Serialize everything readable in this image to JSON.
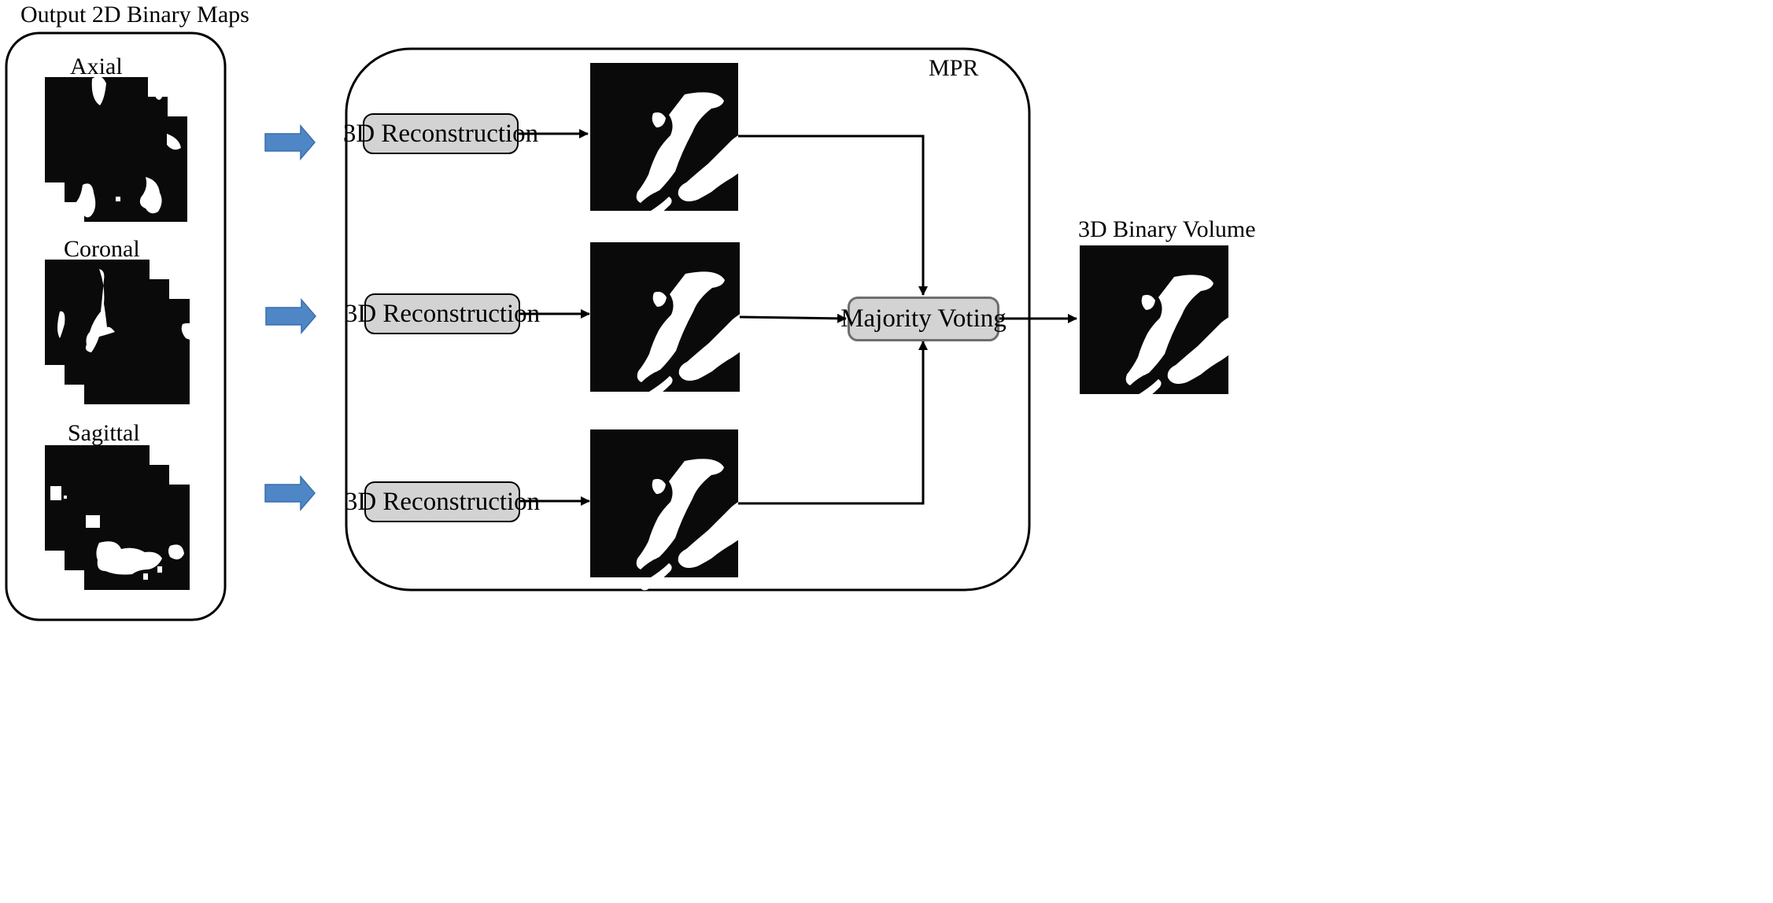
{
  "left_panel": {
    "title": "Output 2D Binary Maps",
    "views": [
      {
        "label": "Axial"
      },
      {
        "label": "Coronal"
      },
      {
        "label": "Sagittal"
      }
    ]
  },
  "mpr_panel": {
    "title": "MPR",
    "reconstruction_label": "3D Reconstruction",
    "voting_label": "Majority Voting"
  },
  "output": {
    "title": "3D Binary Volume"
  },
  "colors": {
    "flow_arrow": "#4f86c6",
    "box_fill": "#d3d3d3",
    "image_bg": "#0a0a0a"
  }
}
